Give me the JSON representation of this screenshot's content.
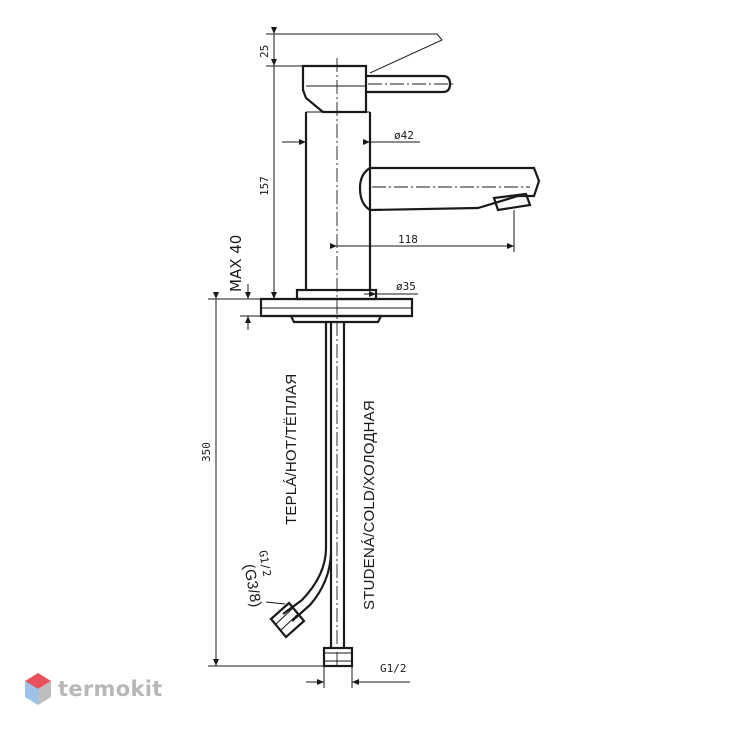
{
  "drawing": {
    "dims": {
      "handle_lift": "25",
      "body_height": "157",
      "body_diameter": "ø42",
      "spout_reach": "118",
      "max_thickness": "MAX 40",
      "base_diameter": "ø35",
      "hose_length": "350",
      "hot_thread": "G1/2",
      "hot_thread_alt": "(G3/8)",
      "cold_thread": "G1/2"
    },
    "labels": {
      "hot": "TEPLÁ/HOT/ТЁПЛАЯ",
      "cold": "STUDENÁ/COLD/ХОЛОДНАЯ"
    }
  },
  "brand": {
    "name": "termokit",
    "logo_colors": [
      "#e8505b",
      "#4a90d9",
      "#bdbdbd"
    ]
  }
}
